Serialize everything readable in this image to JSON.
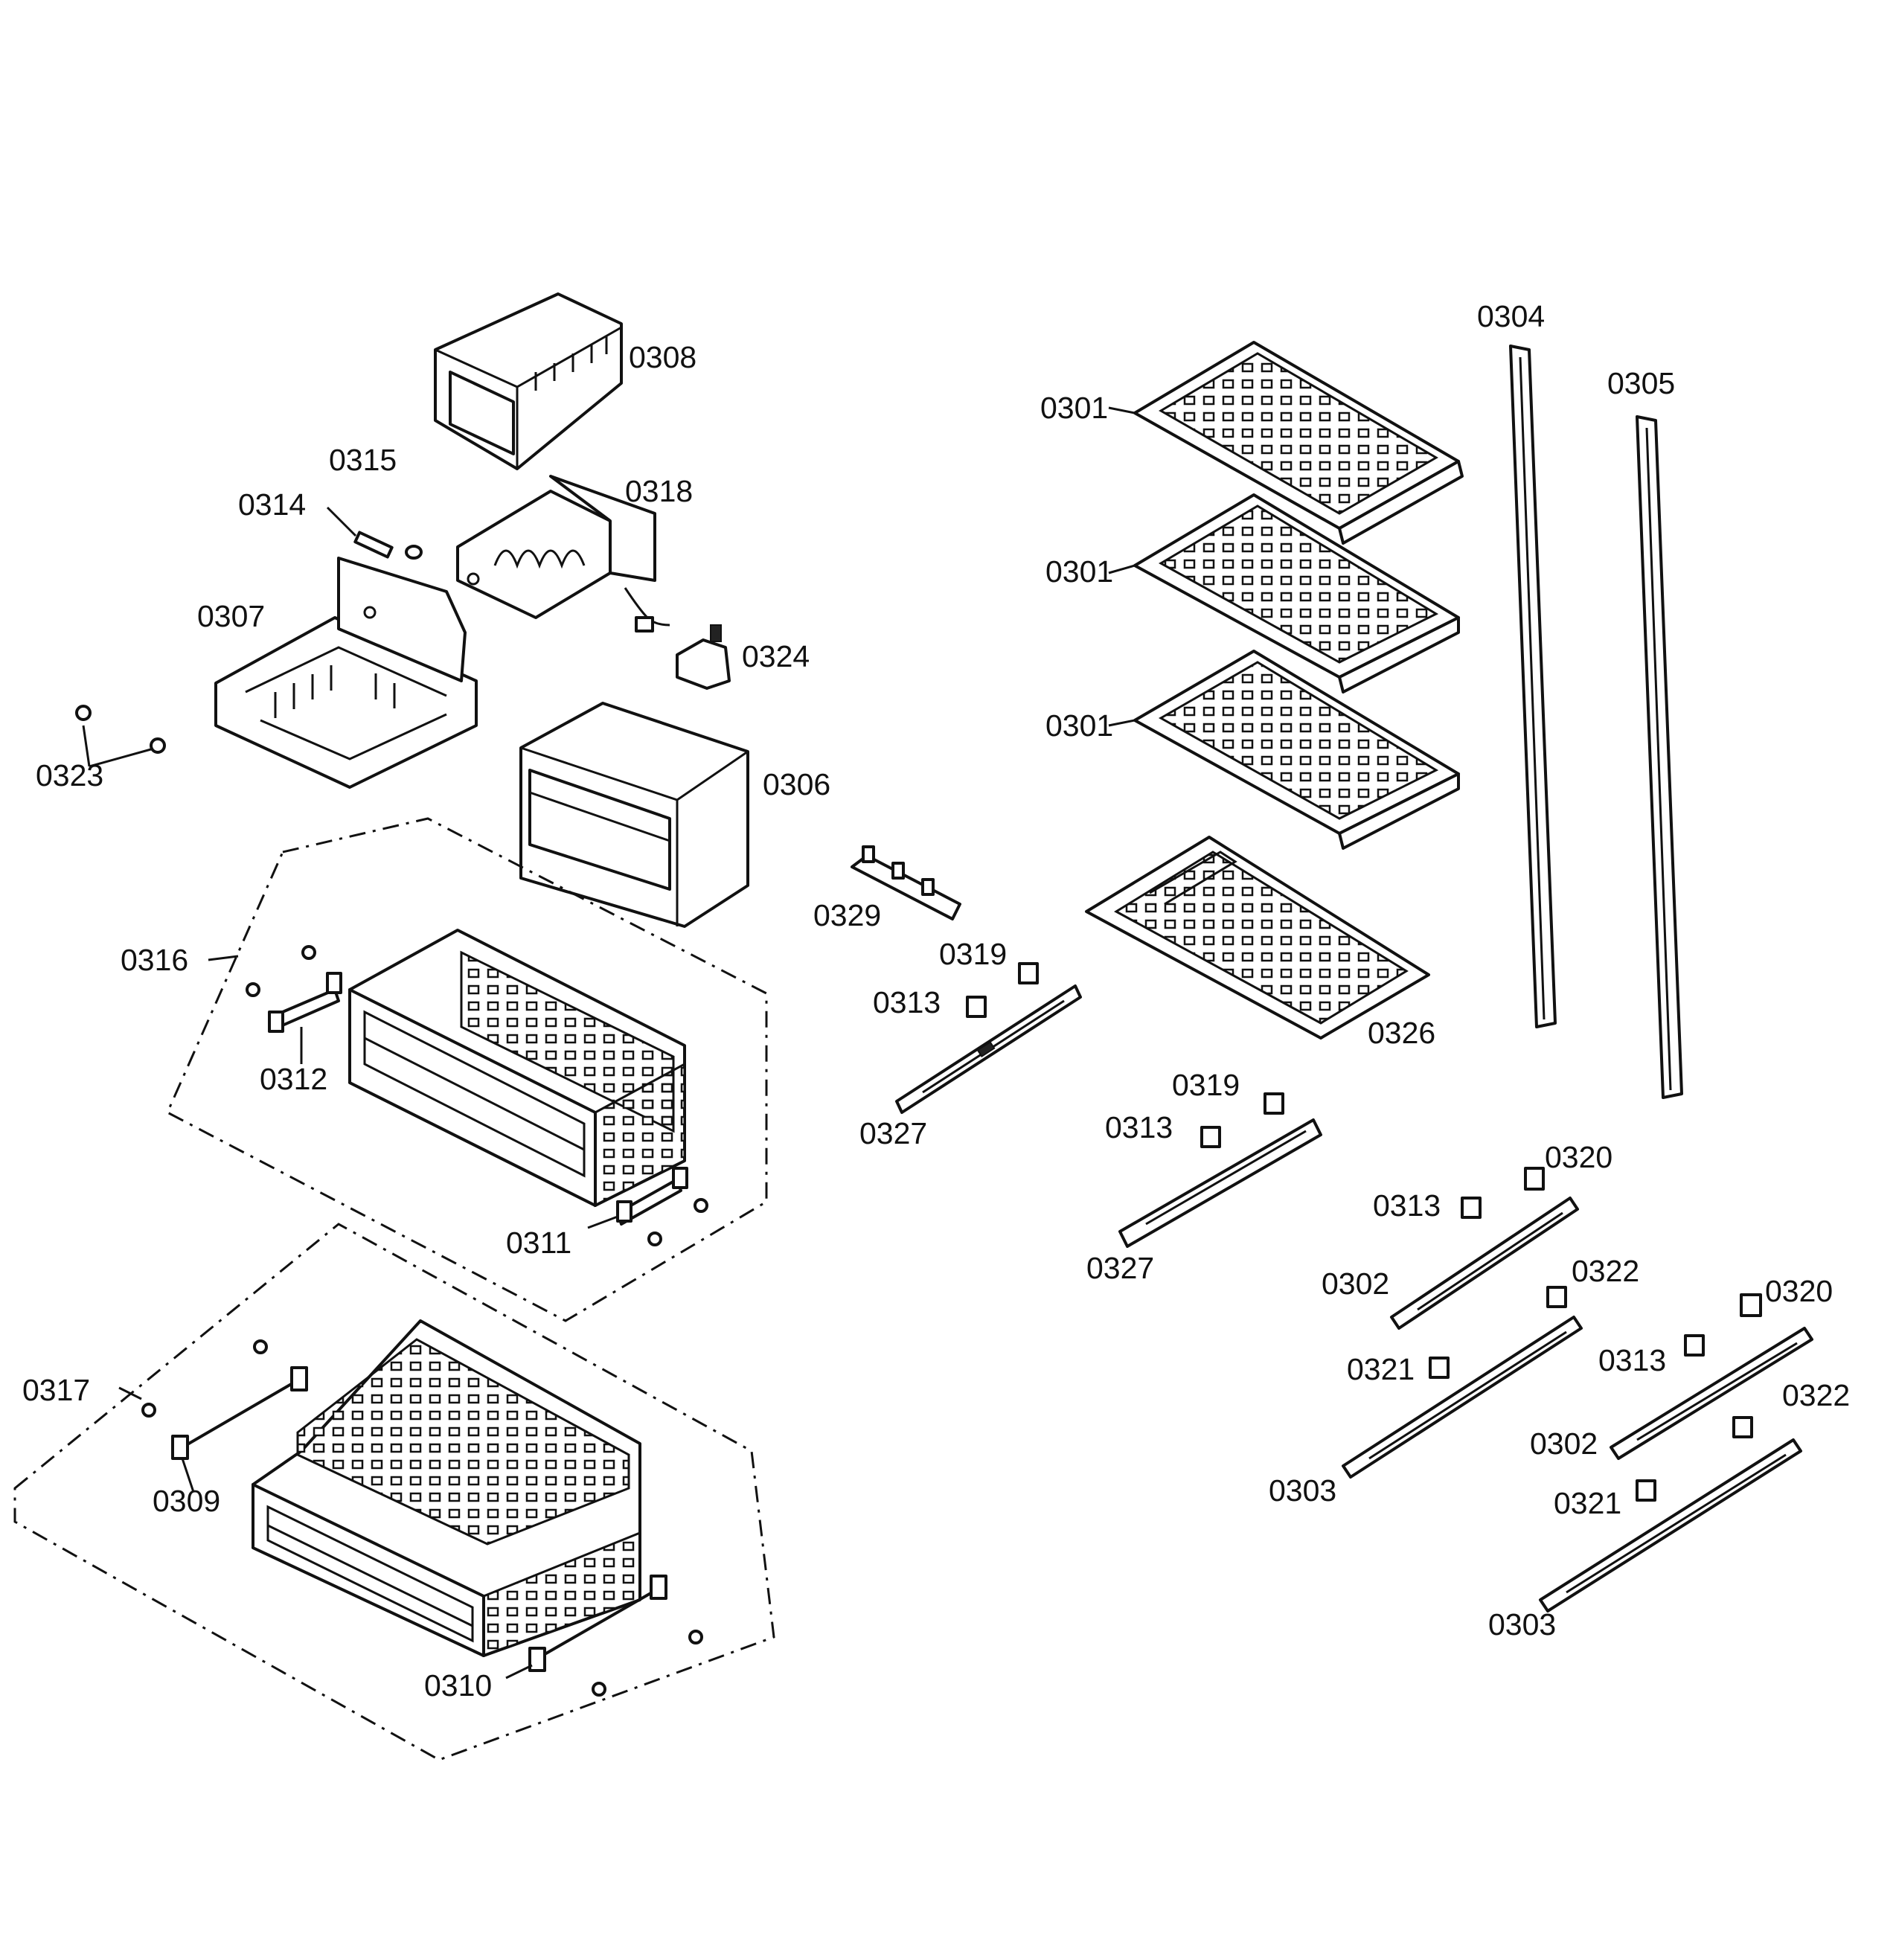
{
  "callouts": {
    "c0301a": "0301",
    "c0301b": "0301",
    "c0301c": "0301",
    "c0302a": "0302",
    "c0302b": "0302",
    "c0303a": "0303",
    "c0303b": "0303",
    "c0304": "0304",
    "c0305": "0305",
    "c0306": "0306",
    "c0307": "0307",
    "c0308": "0308",
    "c0309": "0309",
    "c0310": "0310",
    "c0311": "0311",
    "c0312": "0312",
    "c0313a": "0313",
    "c0313b": "0313",
    "c0313c": "0313",
    "c0313d": "0313",
    "c0314": "0314",
    "c0315": "0315",
    "c0316": "0316",
    "c0317": "0317",
    "c0318": "0318",
    "c0319a": "0319",
    "c0319b": "0319",
    "c0320a": "0320",
    "c0320b": "0320",
    "c0321a": "0321",
    "c0321b": "0321",
    "c0322a": "0322",
    "c0322b": "0322",
    "c0323": "0323",
    "c0324": "0324",
    "c0326": "0326",
    "c0327a": "0327",
    "c0327b": "0327",
    "c0329": "0329"
  }
}
